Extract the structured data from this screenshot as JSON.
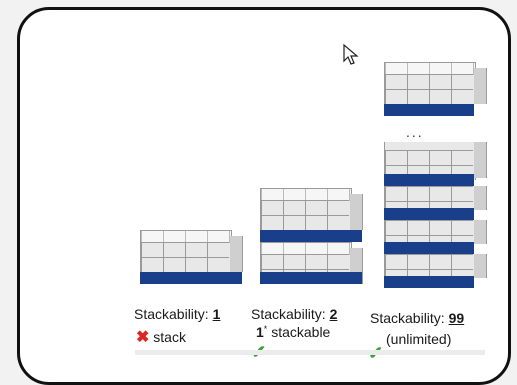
{
  "items": [
    {
      "prefix": "Stackability: ",
      "value": "1",
      "note_mark": "✖",
      "note": "stack",
      "note_sup": ""
    },
    {
      "prefix": "Stackability: ",
      "value": "2",
      "note_mark": "✔",
      "note_pre": "1",
      "note_sup": "*",
      "note": " stackable"
    },
    {
      "prefix": "Stackability: ",
      "value": "99",
      "note_mark": "✔",
      "note": "(unlimited)"
    }
  ],
  "ellipsis": "...",
  "colors": {
    "pallet": "#1a3f8a",
    "cross": "#e02424",
    "check": "#3aa23a"
  },
  "icons": {
    "cursor": "mouse-pointer-icon"
  }
}
